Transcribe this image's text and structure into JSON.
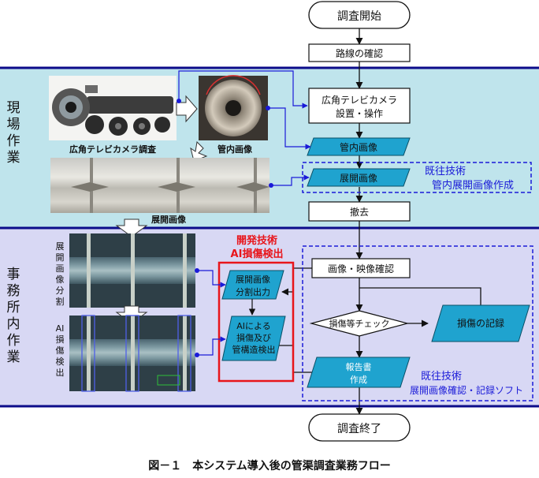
{
  "flow": {
    "start": "調査開始",
    "route_check": "路線の確認",
    "camera_setup_line1": "広角テレビカメラ",
    "camera_setup_line2": "設置・操作",
    "pipe_image": "管内画像",
    "developed_image": "展開画像",
    "withdraw": "撤去",
    "image_video_check": "画像・映像確認",
    "damage_check": "損傷等チェック",
    "damage_record": "損傷の記録",
    "report_line1": "報告書",
    "report_line2": "作成",
    "end": "調査終了"
  },
  "sections": {
    "field_work": [
      "現",
      "場",
      "作",
      "業"
    ],
    "office_work": [
      "事",
      "務",
      "所",
      "内",
      "作",
      "業"
    ]
  },
  "photos": {
    "camera_caption": "広角テレビカメラ調査",
    "pipe_caption": "管内画像",
    "developed_caption": "展開画像",
    "split_label": [
      "展",
      "開",
      "画",
      "像",
      "分",
      "割"
    ],
    "ai_label": [
      "AI",
      "損",
      "傷",
      "検",
      "出"
    ]
  },
  "dev_tech": {
    "title_line1": "開発技術",
    "title_line2": "AI損傷検出",
    "box1_line1": "展開画像",
    "box1_line2": "分割出力",
    "box2_line1": "AIによる",
    "box2_line2": "損傷及び",
    "box2_line3": "管構造検出"
  },
  "existing_tech_1": {
    "line1": "既往技術",
    "line2": "管内展開画像作成"
  },
  "existing_tech_2": {
    "line1": "既往技術",
    "line2": "展開画像確認・記録ソフト"
  },
  "caption": "図－１　本システム導入後の管渠調査業務フロー",
  "colors": {
    "field_band": "#bfe4ec",
    "office_band": "#d8d8f4",
    "parallelogram_fill": "#1fa3cf",
    "accent_red": "#e8151b",
    "existing_blue": "#1a1ad8",
    "band_border": "#0c0c8a"
  }
}
